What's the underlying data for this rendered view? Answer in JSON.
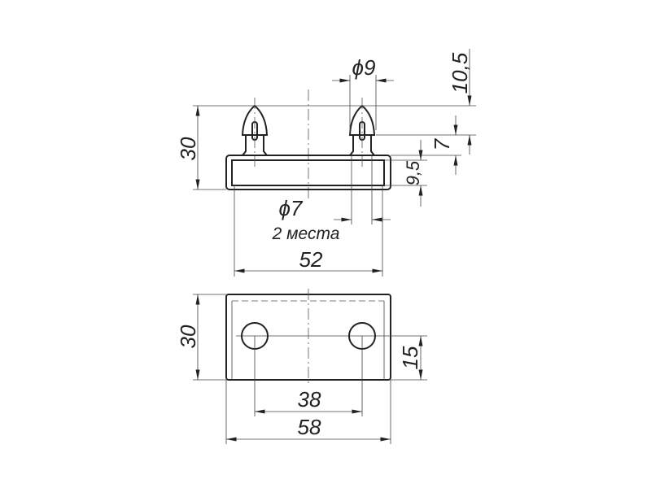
{
  "dimensions": {
    "top_height": "30",
    "pin_diameter": "ϕ9",
    "pin_offset": "10,5",
    "pin_head": "7",
    "body_height": "9,5",
    "hole_diameter": "ϕ7",
    "hole_count": "2 места",
    "pin_span": "52",
    "bottom_height": "30",
    "center_height": "15",
    "hole_span": "38",
    "total_width": "58"
  }
}
